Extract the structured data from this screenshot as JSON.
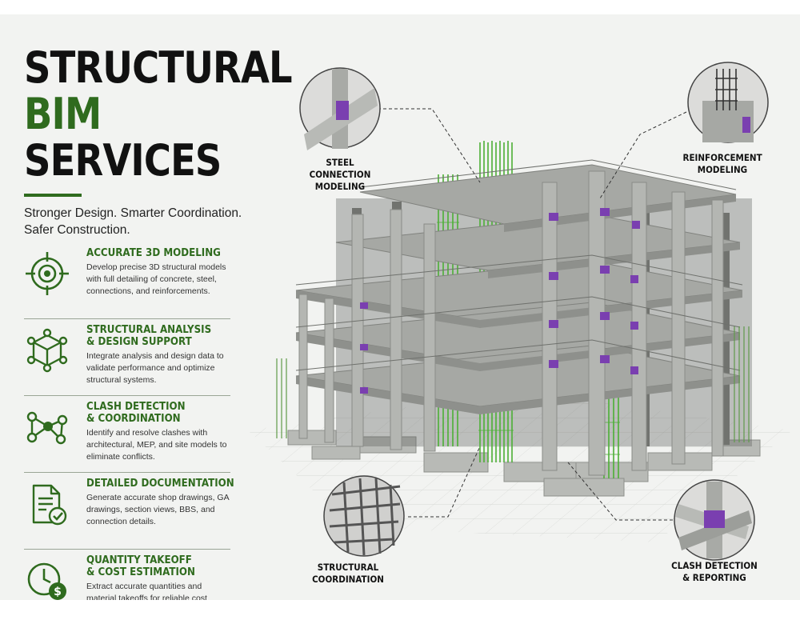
{
  "hero": {
    "title_line1": "STRUCTURAL",
    "title_line2": "BIM",
    "title_line3": "SERVICES",
    "tagline": "Stronger Design. Smarter Coordination. Safer Construction."
  },
  "services": [
    {
      "icon": "target-icon",
      "title1": "ACCURATE 3D MODELING",
      "title2": "",
      "desc": "Develop precise 3D structural models with full detailing of concrete, steel, connections, and reinforcements."
    },
    {
      "icon": "cube-network-icon",
      "title1": "STRUCTURAL ANALYSIS",
      "title2": "& DESIGN SUPPORT",
      "desc": "Integrate analysis and design data to validate performance and optimize structural systems."
    },
    {
      "icon": "node-network-icon",
      "title1": "CLASH DETECTION",
      "title2": "& COORDINATION",
      "desc": "Identify and resolve clashes with architectural, MEP, and site models to eliminate conflicts."
    },
    {
      "icon": "document-check-icon",
      "title1": "DETAILED DOCUMENTATION",
      "title2": "",
      "desc": "Generate accurate shop drawings, GA drawings, section views, BBS, and connection details."
    },
    {
      "icon": "clock-dollar-icon",
      "title1": "QUANTITY TAKEOFF",
      "title2": "& COST ESTIMATION",
      "desc": "Extract accurate quantities and material takeoffs for reliable cost planning."
    }
  ],
  "callouts": {
    "steel_connection": {
      "line1": "STEEL CONNECTION",
      "line2": "MODELING"
    },
    "reinforcement": {
      "line1": "REINFORCEMENT",
      "line2": "MODELING"
    },
    "structural_coordination": {
      "line1": "STRUCTURAL",
      "line2": "COORDINATION"
    },
    "clash_detection": {
      "line1": "CLASH DETECTION",
      "line2": "& REPORTING"
    }
  },
  "colors": {
    "brand_green": "#2f6b1e",
    "rebar_green": "#4caf35",
    "connector_purple": "#7a3fb0",
    "concrete": "#9a9c98"
  }
}
